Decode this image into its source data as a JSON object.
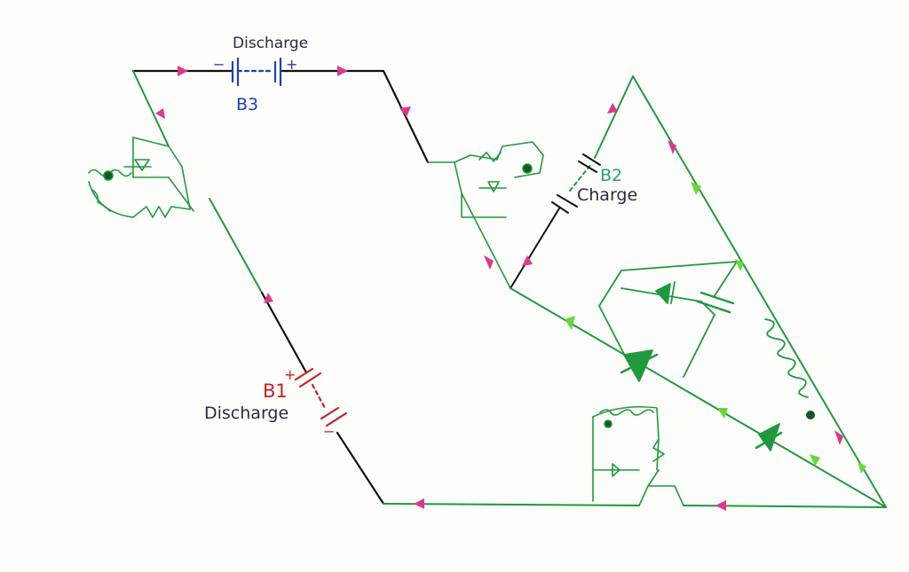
{
  "labels": {
    "b3_name": "B3",
    "b3_state": "Discharge",
    "b2_name": "B2",
    "b2_state": "Charge",
    "b1_name": "B1",
    "b1_state": "Discharge",
    "plus": "+",
    "minus": "−"
  },
  "colors": {
    "wire": "#1e9a3c",
    "wire_dark": "#0e5a22",
    "black_wire": "#111111",
    "arrow_pink": "#e0358f",
    "arrow_lime": "#6ad63a",
    "b3_color": "#1f3fb5",
    "b1_color": "#c42323",
    "text_dark": "#2a2a40",
    "b2_color": "#2aa36b"
  }
}
